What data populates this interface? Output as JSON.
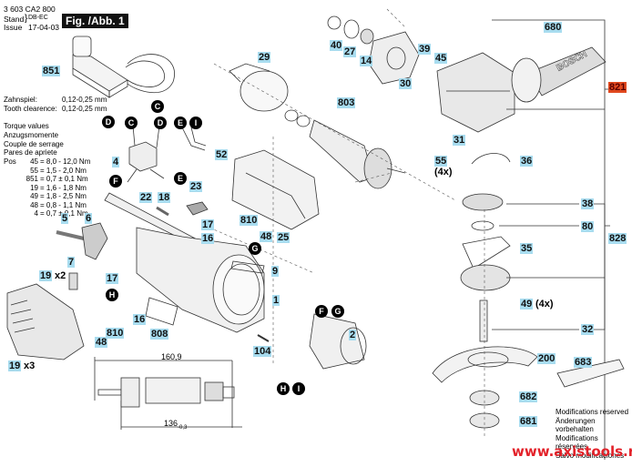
{
  "header": {
    "doc_number": "3 603 CA2 800",
    "stand_label": "Stand",
    "issue_label": "Issue",
    "stand_value": "DB-EC",
    "issue_value": "17-04-03",
    "figure_title": "Fig. /Abb. 1"
  },
  "notes": {
    "clearance": [
      {
        "label": "Zahnspiel:",
        "value": "0,12-0,25 mm"
      },
      {
        "label": "Tooth clearence:",
        "value": "0,12-0,25 mm"
      }
    ],
    "torque_titles": [
      "Torque values",
      "Anzugsmomente",
      "Couple de serrage",
      "Pares de apriete"
    ],
    "torque_prefix": "Pos",
    "torque_values": [
      {
        "pos": "45",
        "value": "8,0 - 12,0 Nm"
      },
      {
        "pos": "55",
        "value": "1,5 - 2,0 Nm"
      },
      {
        "pos": "851",
        "value": "0,7 ± 0,1 Nm"
      },
      {
        "pos": "19",
        "value": "1,6 - 1,8 Nm"
      },
      {
        "pos": "49",
        "value": "1,8 - 2,5 Nm"
      },
      {
        "pos": "48",
        "value": "0,8 - 1,1 Nm"
      },
      {
        "pos": "4",
        "value": "0,7 ± 0,1 Nm"
      }
    ]
  },
  "parts": {
    "p851": "851",
    "p4": "4",
    "p52": "52",
    "p22": "22",
    "p18": "18",
    "p23": "23",
    "p5": "5",
    "p6": "6",
    "p7": "7",
    "p19a": "19",
    "p19b": "19",
    "p17a": "17",
    "p17b": "17",
    "p16a": "16",
    "p16b": "16",
    "p810a": "810",
    "p810b": "810",
    "p48a": "48",
    "p48b": "48",
    "p808": "808",
    "p25": "25",
    "p9": "9",
    "p1": "1",
    "p104": "104",
    "p2": "2",
    "p29": "29",
    "p803": "803",
    "p40": "40",
    "p27": "27",
    "p14": "14",
    "p39": "39",
    "p45": "45",
    "p30": "30",
    "p31": "31",
    "p55": "55",
    "p680": "680",
    "p821": "821",
    "p36": "36",
    "p38": "38",
    "p80": "80",
    "p828": "828",
    "p35": "35",
    "p49": "49",
    "p32": "32",
    "p200": "200",
    "p682": "682",
    "p681": "681",
    "p683": "683"
  },
  "multipliers": {
    "x2": "x2",
    "x3": "x3",
    "x4a": "(4x)",
    "x4b": "(4x)"
  },
  "connectors": {
    "c1": "C",
    "c2": "C",
    "d1": "D",
    "d2": "D",
    "e1": "E",
    "i1": "I",
    "e2": "E",
    "f1": "F",
    "g1": "G",
    "h1": "H",
    "f2": "F",
    "g2": "G",
    "h2": "H",
    "i2": "I"
  },
  "dimensions": {
    "overall": "160,9",
    "inner": "136",
    "inner_tol": "-0,3"
  },
  "brand_text": "BOSCH",
  "footer": {
    "modifications": [
      "Modifications reserved",
      "Änderungen vorbehalten",
      "Modifications réservées",
      "Salvo modificaciones"
    ],
    "url": "www.axistools.ru"
  },
  "colors": {
    "part_label_bg": "#a8dcef",
    "highlight_label_bg": "#e0481e",
    "url_color": "#e3222a"
  }
}
